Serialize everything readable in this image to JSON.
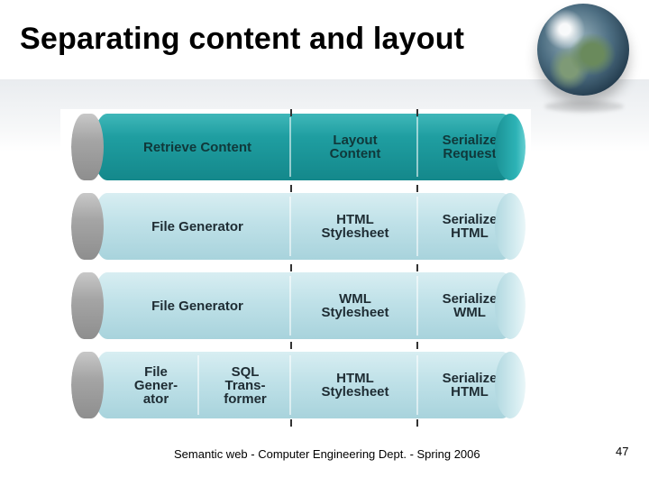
{
  "slide": {
    "title": "Separating content and layout",
    "footer": "Semantic web - Computer Engineering Dept. - Spring 2006",
    "page_number": "47"
  },
  "diagram": {
    "rows": [
      {
        "style": "teal",
        "col1": "Retrieve Content",
        "col2": "Layout\nContent",
        "col3": "Serialize\nRequest"
      },
      {
        "style": "light",
        "col1": "File Generator",
        "col2": "HTML\nStylesheet",
        "col3": "Serialize\nHTML"
      },
      {
        "style": "light",
        "col1": "File Generator",
        "col2": "WML\nStylesheet",
        "col3": "Serialize\nWML"
      },
      {
        "style": "light",
        "col1a": "File\nGener-\nator",
        "col1b": "SQL\nTrans-\nformer",
        "col2": "HTML\nStylesheet",
        "col3": "Serialize\nHTML"
      }
    ]
  },
  "colors": {
    "teal": "#1f9ea1",
    "light": "#bfe1e8",
    "gray": "#a5a5a5"
  }
}
